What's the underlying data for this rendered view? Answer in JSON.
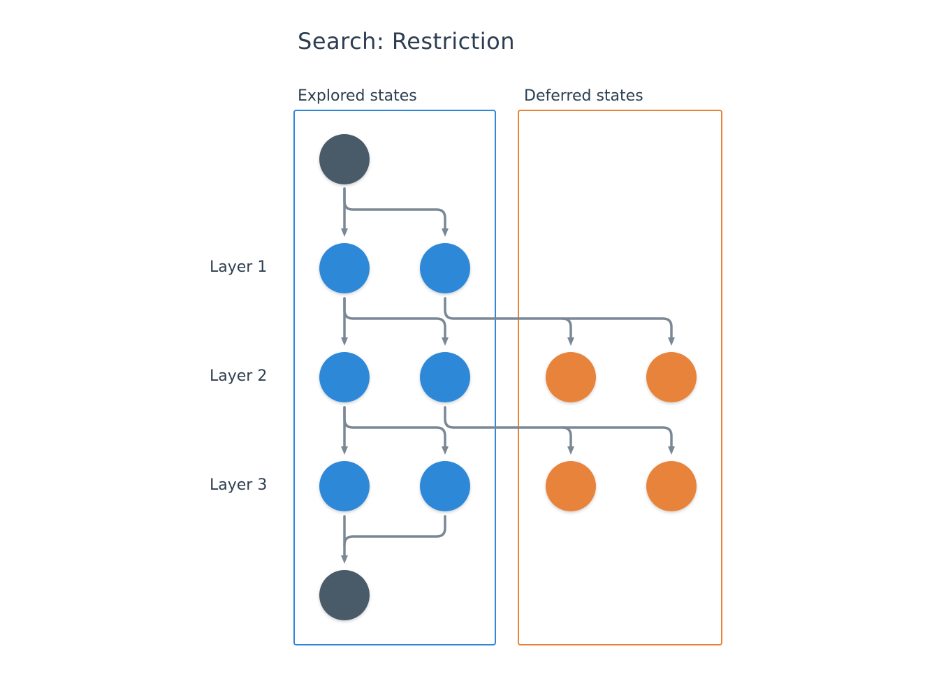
{
  "title": "Search: Restriction",
  "groups": {
    "explored": {
      "label": "Explored states",
      "color": "#2e88d8"
    },
    "deferred": {
      "label": "Deferred states",
      "color": "#e8833a"
    }
  },
  "layers": [
    "Layer 1",
    "Layer 2",
    "Layer 3"
  ],
  "colors": {
    "terminal_node": "#4a5a68",
    "explored_node": "#2e88d8",
    "deferred_node": "#e8833a",
    "edge": "#7a8896"
  }
}
